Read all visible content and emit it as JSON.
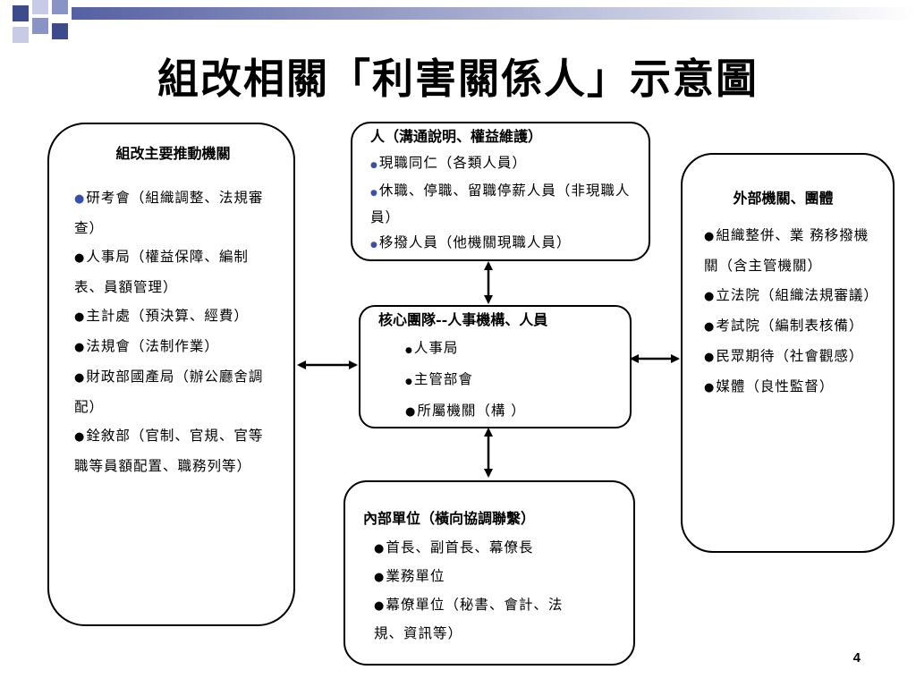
{
  "title": "組改相關「利害關係人」示意圖",
  "page_number": "4",
  "colors": {
    "deco_dark": "#3d4a8c",
    "deco_mid": "#8a93c6",
    "deco_light": "#c7cbe6",
    "bullet_blue": "#3c4fa8"
  },
  "boxes": {
    "left": {
      "heading": "組改主要推動機關",
      "items": [
        "研考會（組織調整、法規審查）",
        "人事局（權益保障、編制表、員額管理）",
        "主計處（預決算、經費）",
        "法規會（法制作業）",
        "財政部國產局（辦公廳舍調配）",
        "銓敘部（官制、官規、官等職等員額配置、職務列等）"
      ]
    },
    "top": {
      "heading": "人（溝通說明、權益維護）",
      "items": [
        "現職同仁（各類人員）",
        "休職、停職、留職停薪人員（非現職人員）",
        "移撥人員（他機關現職人員）"
      ]
    },
    "center": {
      "heading": "核心團隊--人事機構、人員",
      "items": [
        "人事局",
        "主管部會",
        "所屬機關（構 ）"
      ]
    },
    "bottom": {
      "heading": "內部單位（橫向協調聯繫）",
      "items": [
        "首長、副首長、幕僚長",
        "業務單位",
        "幕僚單位（秘書、會計、法規、資訊等）"
      ]
    },
    "right": {
      "heading": "外部機關、團體",
      "items": [
        "組織整併、業 務移撥機關（含主管機關）",
        "立法院（組織法規審議）",
        "考試院（編制表核備）",
        "民眾期待（社會觀感）",
        "媒體（良性監督）"
      ]
    }
  }
}
